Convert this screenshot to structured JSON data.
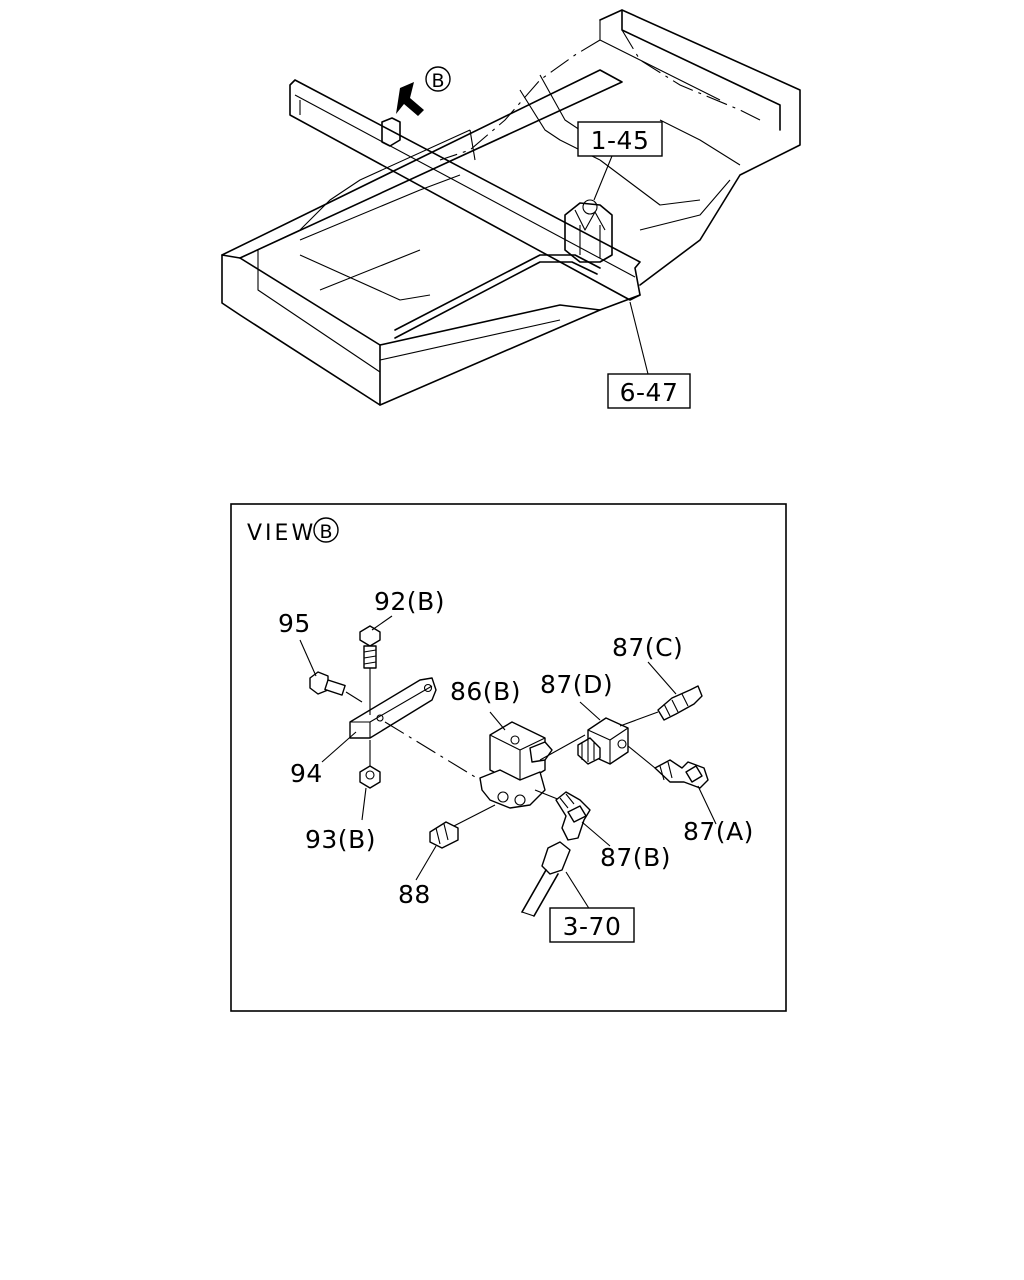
{
  "overview": {
    "callout_view": "B",
    "ref_upper": "1-45",
    "ref_lower": "6-47"
  },
  "detail_view": {
    "title": "VIEW",
    "title_circle": "B",
    "parts": {
      "p95": "95",
      "p92b": "92(B)",
      "p94": "94",
      "p93b": "93(B)",
      "p86b": "86(B)",
      "p87d": "87(D)",
      "p87c": "87(C)",
      "p87a": "87(A)",
      "p87b": "87(B)",
      "p88": "88"
    },
    "ref_box": "3-70"
  }
}
